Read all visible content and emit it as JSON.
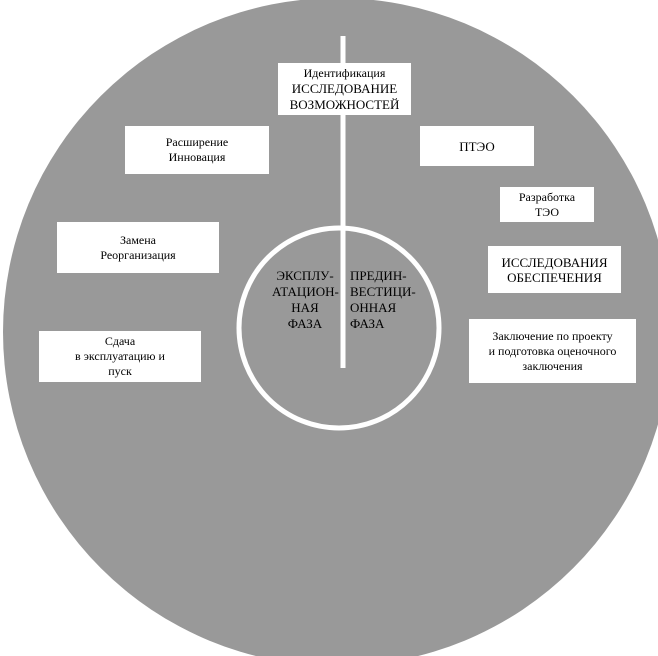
{
  "colors": {
    "outer_disc": "#999999",
    "boxes": "#ffffff",
    "axis_line": "#ffffff",
    "inner_ring": "#ffffff"
  },
  "center_top": {
    "line1": "Идентификация",
    "line2": "ИССЛЕДОВАНИЕ\nВОЗМОЖНОСТЕЙ"
  },
  "boxes": {
    "expansion": "Расширение\nИнновация",
    "replacement": "Замена\nРеорганизация",
    "commissioning": "Сдача\nв эксплуатацию и\nпуск",
    "pteo": "ПТЭО",
    "teo_development": "Разработка\nТЭО",
    "support_studies": "ИССЛЕДОВАНИЯ\nОБЕСПЕЧЕНИЯ",
    "conclusion": "Заключение по проекту\nи подготовка оценочного\nзаключения"
  },
  "phases": {
    "operational": "ЭКСПЛУ-\nАТАЦИОН-\nНАЯ\nФАЗА",
    "pre_investment": "ПРЕДИН-\nВЕСТИЦИ-\nОННАЯ\nФАЗА"
  }
}
